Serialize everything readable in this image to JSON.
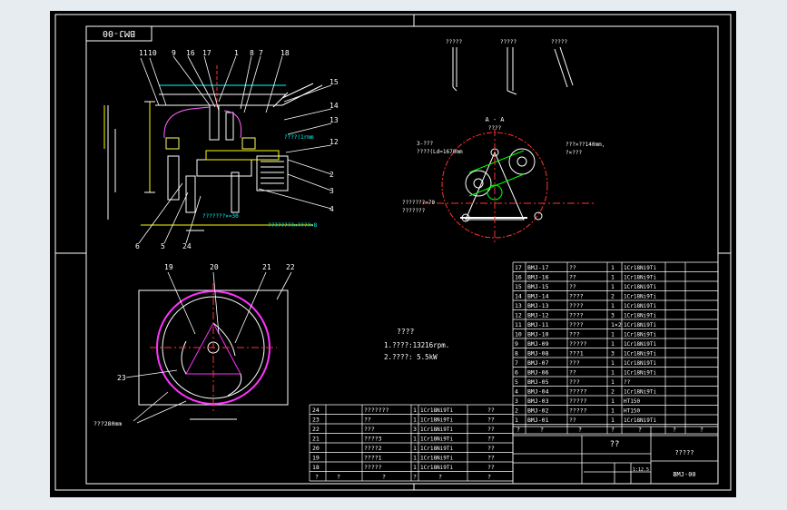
{
  "drawing": {
    "code_box": "BMJ-00",
    "title_cn": "??",
    "company": "?????",
    "drawing_no": "BMJ-00",
    "scale_box": "1:12.5",
    "tech_title": "????",
    "tech_lines": [
      "1.????:13216rpm.",
      "2.????:  5.5kW"
    ],
    "dim_280": "???280mm"
  },
  "callouts": {
    "top": [
      "11",
      "10",
      "9",
      "16",
      "17",
      "1",
      "8",
      "7",
      "18"
    ],
    "right": [
      "15",
      "14",
      "13",
      "12",
      "2",
      "3",
      "4"
    ],
    "bottom": [
      "6",
      "5",
      "24"
    ],
    "plan": [
      "19",
      "20",
      "21",
      "22",
      "23"
    ]
  },
  "annotations": {
    "motor_note": "????(1rmm",
    "bottom_note1": "???????×=30",
    "bottom_note2": "????????×????×8",
    "section_label": "A - A",
    "section_sub": "????",
    "belt_note1": "3-???",
    "belt_note2": "????(Ld=1670mm",
    "pulley_note1": "???×??140mm,",
    "pulley_note2": "?×???",
    "shaft_note1": "???????=70",
    "shaft_note2": "???????",
    "detail_labels": [
      "?????",
      "?????",
      "?????"
    ]
  },
  "parts_right": [
    {
      "no": "17",
      "code": "BMJ-17",
      "name": "??",
      "qty": "1",
      "mat": "1Cr18Ni9Ti"
    },
    {
      "no": "16",
      "code": "BMJ-16",
      "name": "??",
      "qty": "1",
      "mat": "1Cr18Ni9Ti"
    },
    {
      "no": "15",
      "code": "BMJ-15",
      "name": "??",
      "qty": "1",
      "mat": "1Cr18Ni9Ti"
    },
    {
      "no": "14",
      "code": "BMJ-14",
      "name": "????",
      "qty": "2",
      "mat": "1Cr18Ni9Ti"
    },
    {
      "no": "13",
      "code": "BMJ-13",
      "name": "????",
      "qty": "1",
      "mat": "1Cr18Ni9Ti"
    },
    {
      "no": "12",
      "code": "BMJ-12",
      "name": "????",
      "qty": "3",
      "mat": "1Cr18Ni9Ti"
    },
    {
      "no": "11",
      "code": "BMJ-11",
      "name": "????",
      "qty": "1×2",
      "mat": "1Cr18Ni9Ti"
    },
    {
      "no": "10",
      "code": "BMJ-10",
      "name": "???",
      "qty": "1",
      "mat": "1Cr18Ni9Ti"
    },
    {
      "no": "9",
      "code": "BMJ-09",
      "name": "?????",
      "qty": "1",
      "mat": "1Cr18Ni9Ti"
    },
    {
      "no": "8",
      "code": "BMJ-08",
      "name": "???1",
      "qty": "3",
      "mat": "1Cr18Ni9Ti"
    },
    {
      "no": "7",
      "code": "BMJ-07",
      "name": "???",
      "qty": "1",
      "mat": "1Cr18Ni9Ti"
    },
    {
      "no": "6",
      "code": "BMJ-06",
      "name": "??",
      "qty": "1",
      "mat": "1Cr18Ni9Ti"
    },
    {
      "no": "5",
      "code": "BMJ-05",
      "name": "???",
      "qty": "1",
      "mat": "??"
    },
    {
      "no": "4",
      "code": "BMJ-04",
      "name": "?????",
      "qty": "2",
      "mat": "1Cr18Ni9Ti"
    },
    {
      "no": "3",
      "code": "BMJ-03",
      "name": "?????",
      "qty": "1",
      "mat": "HT150"
    },
    {
      "no": "2",
      "code": "BMJ-02",
      "name": "?????",
      "qty": "1",
      "mat": "HT150"
    },
    {
      "no": "1",
      "code": "BMJ-01",
      "name": "??",
      "qty": "1",
      "mat": "1Cr18Ni9Ti"
    }
  ],
  "parts_left": [
    {
      "no": "24",
      "name": "???????",
      "qty": "1",
      "mat": "1Cr18Ni9Ti",
      "note": "??"
    },
    {
      "no": "23",
      "name": "??",
      "qty": "1",
      "mat": "1Cr18Ni9Ti",
      "note": "??"
    },
    {
      "no": "22",
      "name": "???",
      "qty": "3",
      "mat": "1Cr18Ni9Ti",
      "note": "??"
    },
    {
      "no": "21",
      "name": "????3",
      "qty": "1",
      "mat": "1Cr18Ni9Ti",
      "note": "??"
    },
    {
      "no": "20",
      "name": "????2",
      "qty": "1",
      "mat": "1Cr18Ni9Ti",
      "note": "??"
    },
    {
      "no": "19",
      "name": "????1",
      "qty": "1",
      "mat": "1Cr18Ni9Ti",
      "note": "??"
    },
    {
      "no": "18",
      "name": "?????",
      "qty": "1",
      "mat": "1Cr18Ni9Ti",
      "note": "??"
    }
  ],
  "header_cell": "?"
}
